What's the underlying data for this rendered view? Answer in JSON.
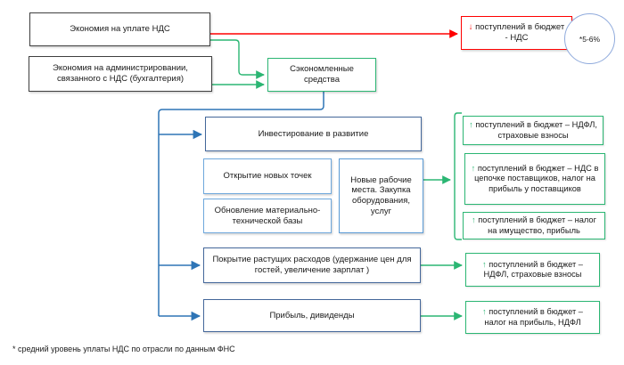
{
  "diagram": {
    "sources": {
      "vat_savings": "Экономия на уплате НДС",
      "admin_savings": "Экономия на администрировании, связанного с НДС (бухгалтерия)"
    },
    "saved_funds": "Сэкономленные средства",
    "budget_loss": {
      "arrow": "↓",
      "text": "поступлений в бюджет - НДС"
    },
    "badge": "*5-6%",
    "uses": {
      "investment": "Инвестирование в развитие",
      "new_locations": "Открытие новых точек",
      "upgrade_base": "Обновление материально-технической базы",
      "new_jobs": "Новые рабочие места. Закупка оборудования, услуг",
      "cover_costs": "Покрытие растущих расходов (удержание цен для гостей, увеличение зарплат )",
      "profit": "Прибыль, дивиденды"
    },
    "outcomes": [
      {
        "arrow": "↑",
        "text": "поступлений в бюджет – НДФЛ, страховые взносы"
      },
      {
        "arrow": "↑",
        "text": "поступлений в бюджет – НДС в цепочке поставщиков, налог на прибыль у поставщиков"
      },
      {
        "arrow": "↑",
        "text": "поступлений в бюджет – налог на имущество, прибыль"
      },
      {
        "arrow": "↑",
        "text": "поступлений в бюджет – НДФЛ, страховые взносы"
      },
      {
        "arrow": "↑",
        "text": "поступлений в бюджет – налог на прибыль, НДФЛ"
      }
    ],
    "footnote": "* средний уровень уплаты НДС по отрасли по данным ФНС",
    "colors": {
      "red": "#ff0000",
      "green": "#2bb673",
      "blue": "#2e75b6",
      "dark_box_border": "#44679a",
      "light_box_border": "#5b9bd5",
      "black_box_border": "#3f3f3f",
      "circle_border": "#8faadc"
    }
  }
}
